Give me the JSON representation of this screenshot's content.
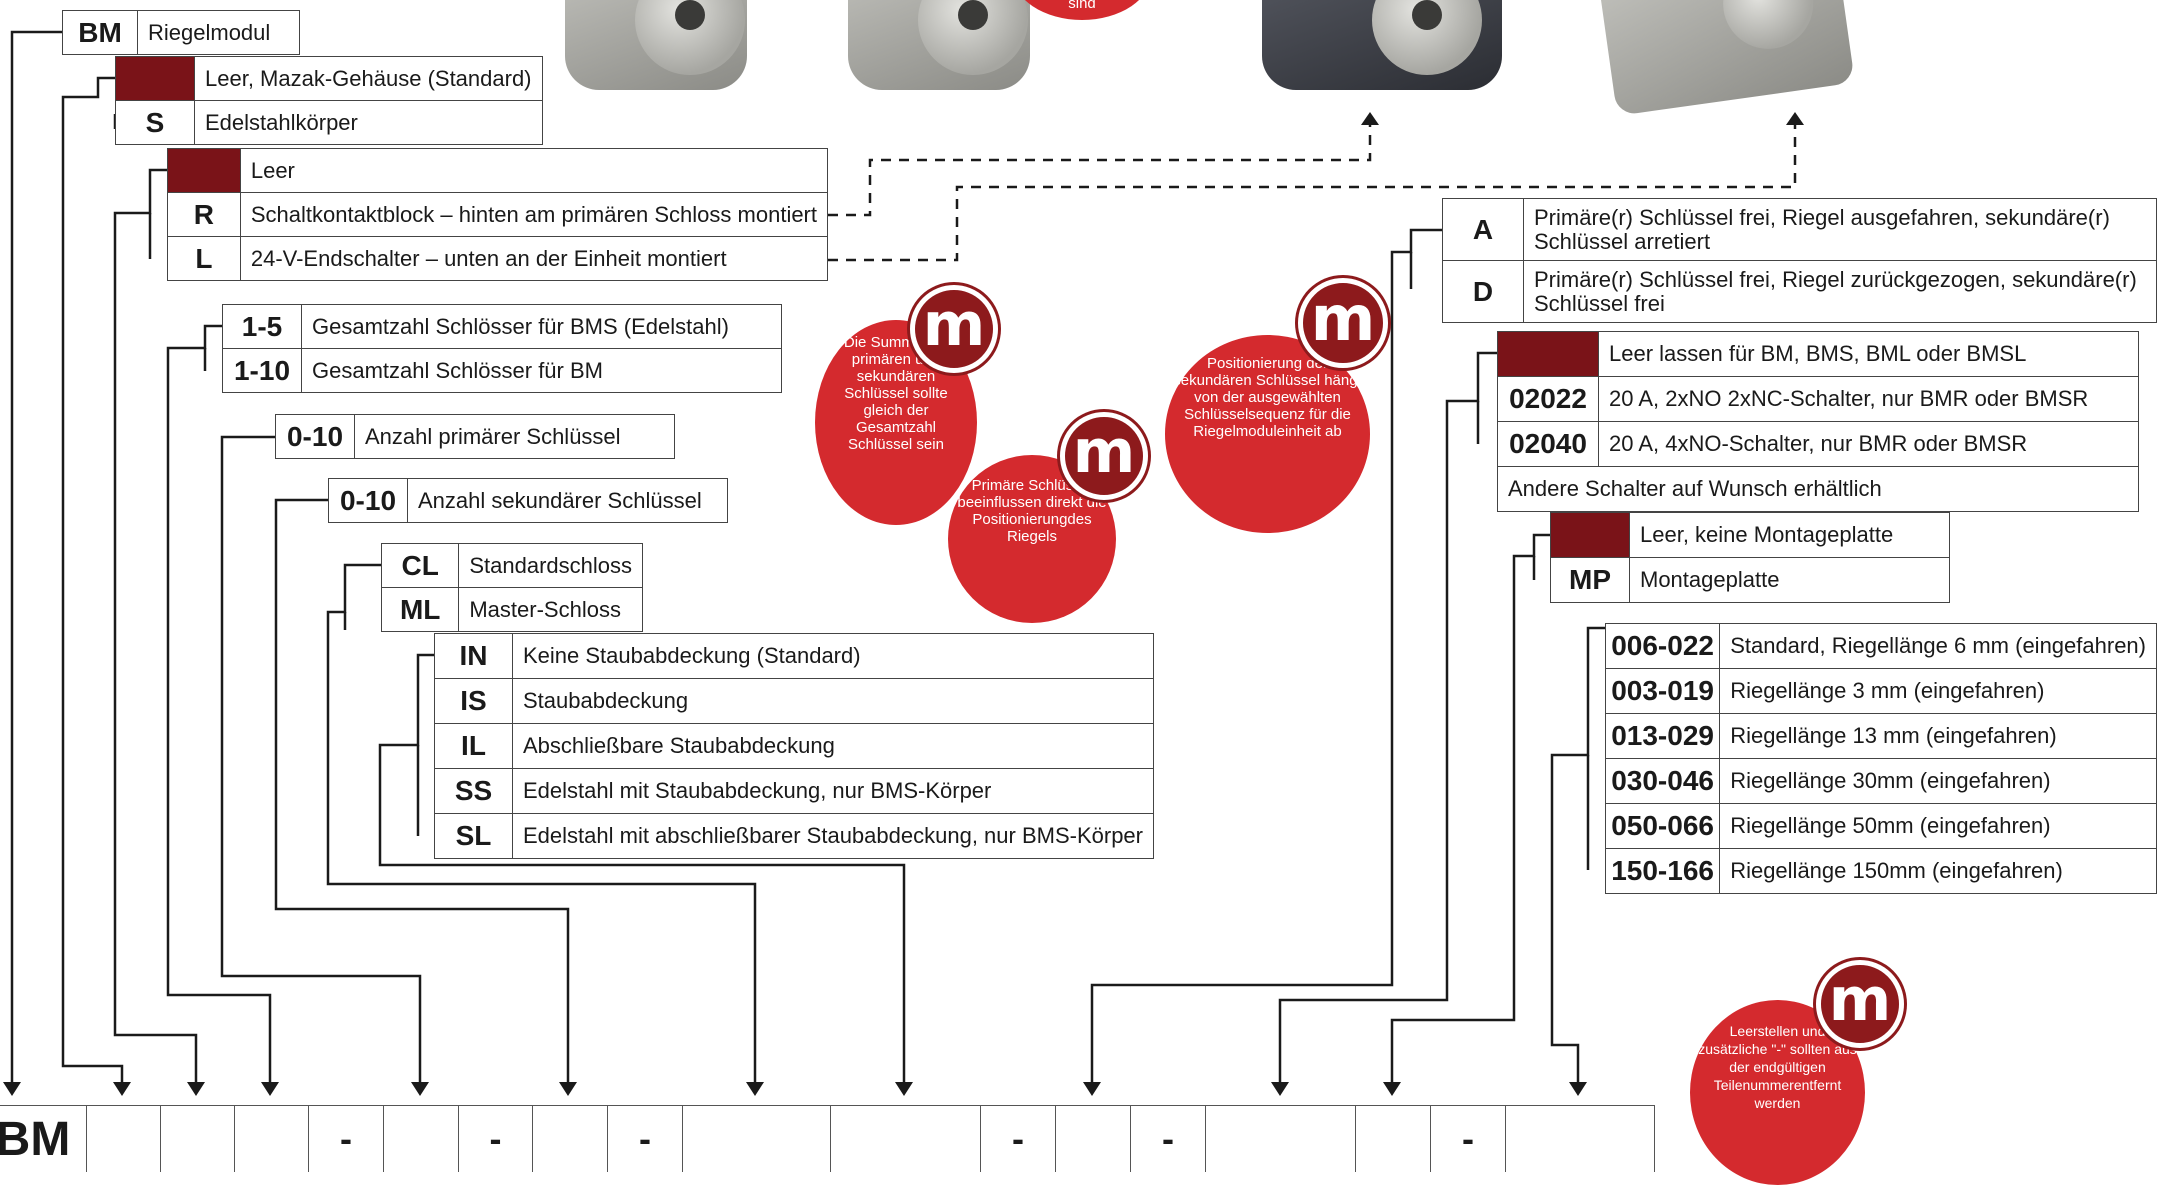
{
  "module": {
    "code": "BM",
    "label": "Riegelmodul"
  },
  "body_options": [
    {
      "code": "",
      "label": "Leer, Mazak-Gehäuse (Standard)"
    },
    {
      "code": "S",
      "label": "Edelstahlkörper"
    }
  ],
  "switch_options": [
    {
      "code": "",
      "label": "Leer"
    },
    {
      "code": "R",
      "label": "Schaltkontaktblock – hinten am primären Schloss montiert"
    },
    {
      "code": "L",
      "label": "24-V-Endschalter – unten an der Einheit montiert"
    }
  ],
  "total_locks": [
    {
      "code": "1-5",
      "label": "Gesamtzahl Schlösser für BMS (Edelstahl)"
    },
    {
      "code": "1-10",
      "label": "Gesamtzahl Schlösser für BM"
    }
  ],
  "primary_keys": {
    "code": "0-10",
    "label": "Anzahl primärer Schlüssel"
  },
  "secondary_keys": {
    "code": "0-10",
    "label": "Anzahl sekundärer Schlüssel"
  },
  "lock_type": [
    {
      "code": "CL",
      "label": "Standardschloss"
    },
    {
      "code": "ML",
      "label": "Master-Schloss"
    }
  ],
  "dust_cover": [
    {
      "code": "IN",
      "label": "Keine Staubabdeckung (Standard)"
    },
    {
      "code": "IS",
      "label": "Staubabdeckung"
    },
    {
      "code": "IL",
      "label": "Abschließbare Staubabdeckung"
    },
    {
      "code": "SS",
      "label": "Edelstahl mit Staubabdeckung, nur BMS-Körper"
    },
    {
      "code": "SL",
      "label": "Edelstahl mit abschließbarer Staubabdeckung, nur BMS-Körper"
    }
  ],
  "key_sequence": [
    {
      "code": "A",
      "label": "Primäre(r) Schlüssel frei, Riegel ausgefahren, sekundäre(r) Schlüssel arretiert"
    },
    {
      "code": "D",
      "label": "Primäre(r) Schlüssel frei, Riegel zurückgezogen, sekundäre(r) Schlüssel frei"
    }
  ],
  "switch_type": [
    {
      "code": "",
      "label": "Leer lassen für BM, BMS, BML oder BMSL"
    },
    {
      "code": "02022",
      "label": "20 A, 2xNO 2xNC-Schalter, nur BMR oder BMSR"
    },
    {
      "code": "02040",
      "label": "20 A, 4xNO-Schalter, nur BMR oder BMSR"
    }
  ],
  "switch_note": "Andere Schalter auf Wunsch erhältlich",
  "mounting": [
    {
      "code": "",
      "label": "Leer, keine Montageplatte"
    },
    {
      "code": "MP",
      "label": "Montageplatte"
    }
  ],
  "bolt_length": [
    {
      "code": "006-022",
      "label": "Standard, Riegellänge 6 mm (eingefahren)"
    },
    {
      "code": "003-019",
      "label": "Riegellänge 3 mm (eingefahren)"
    },
    {
      "code": "013-029",
      "label": "Riegellänge 13 mm (eingefahren)"
    },
    {
      "code": "030-046",
      "label": "Riegellänge 30mm (eingefahren)"
    },
    {
      "code": "050-066",
      "label": "Riegellänge 50mm (eingefahren)"
    },
    {
      "code": "150-166",
      "label": "Riegellänge 150mm (eingefahren)"
    }
  ],
  "notes": {
    "top_badge": "sind",
    "sum_note": "Die Summe der primären und sekundären Schlüssel sollte gleich der Gesamtzahl Schlüssel sein",
    "primary_note": "Primäre Schlüssel beeinflussen direkt die Positionierungdes Riegels",
    "position_note": "Positionierung der sekundären Schlüssel hängt von der ausgewählten Schlüsselsequenz für die Riegelmoduleinheit ab",
    "blank_note": "Leerstellen und zusätzliche \"-\" sollten aus der endgültigen Teilenummerentfernt werden",
    "logo_letter": "m"
  },
  "part_number": {
    "prefix": "BM",
    "dash": "-"
  },
  "colors": {
    "blank_cell": "#7a1318",
    "badge": "#d42a2e",
    "logo": "#8d1a1c"
  }
}
